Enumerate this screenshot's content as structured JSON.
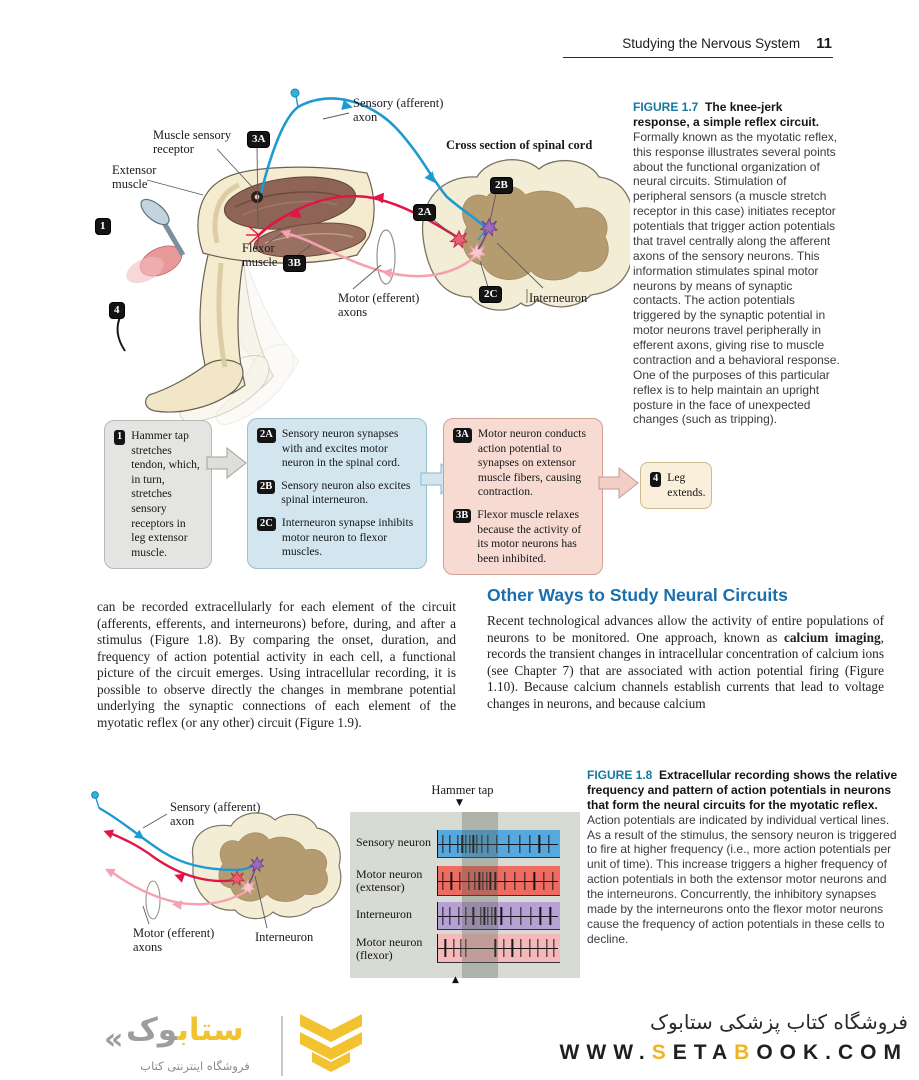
{
  "header": {
    "title": "Studying the Nervous System",
    "page_number": "11"
  },
  "figure_1_7": {
    "labels": {
      "sensory_axon": "Sensory (afferent)\naxon",
      "muscle_sensory_receptor": "Muscle sensory\nreceptor",
      "cross_section": "Cross section of spinal cord",
      "extensor_muscle": "Extensor\nmuscle",
      "flexor_muscle": "Flexor\nmuscle",
      "motor_axons": "Motor (efferent)\naxons",
      "interneuron": "Interneuron"
    },
    "badges": {
      "b1": "1",
      "b2a": "2A",
      "b2b": "2B",
      "b2c": "2C",
      "b3a": "3A",
      "b3b": "3B",
      "b4": "4"
    },
    "caption": {
      "label": "FIGURE 1.7",
      "title": "The knee-jerk response, a simple reflex circuit.",
      "body": "Formally known as the myotatic reflex, this response illustrates several points about the functional organization of neural circuits. Stimulation of peripheral sensors (a muscle stretch receptor in this case) initiates receptor potentials that trigger action potentials that travel centrally along the afferent axons of the sensory neurons. This information stimulates spinal motor neurons by means of synaptic contacts. The action potentials triggered by the synaptic potential in motor neurons travel peripherally in efferent axons, giving rise to muscle contraction and a behavioral response. One of the purposes of this particular reflex is to help maintain an upright posture in the face of unexpected changes (such as tripping)."
    },
    "flow": {
      "box1": {
        "badge": "1",
        "text": "Hammer tap stretches tendon, which, in turn, stretches sensory receptors in leg extensor muscle."
      },
      "box2": [
        {
          "badge": "2A",
          "text": "Sensory neuron synapses with and excites motor neuron in the spinal cord."
        },
        {
          "badge": "2B",
          "text": "Sensory neuron also excites spinal interneuron."
        },
        {
          "badge": "2C",
          "text": "Interneuron synapse inhibits motor neuron to flexor muscles."
        }
      ],
      "box3": [
        {
          "badge": "3A",
          "text": "Motor neuron conducts action potential to synapses on extensor muscle fibers, causing contraction."
        },
        {
          "badge": "3B",
          "text": "Flexor muscle relaxes because the activity of its motor neurons has been inhibited."
        }
      ],
      "box4": {
        "badge": "4",
        "text": "Leg extends."
      }
    }
  },
  "body_text": {
    "left_paragraph": "can be recorded extracellularly for each element of the circuit (afferents, efferents, and interneurons) before, during, and after a stimulus (Figure 1.8). By comparing the onset, duration, and frequency of action potential activity in each cell, a functional picture of the circuit emerges. Using intracellular recording, it is possible to observe directly the changes in membrane potential underlying the synaptic connections of each element of the myotatic reflex (or any other) circuit (Figure 1.9).",
    "section_heading": "Other Ways to Study Neural Circuits",
    "right_paragraph": {
      "pre": "Recent technological advances allow the activity of entire populations of neurons to be monitored. One approach, known as ",
      "bold": "calcium imaging",
      "post": ", records the transient changes in intracellular concentration of calcium ions (see Chapter 7) that are associated with action potential firing (Figure 1.10). Because calcium channels establish currents that lead to voltage changes in neurons, and because calcium"
    }
  },
  "figure_1_8": {
    "hammer_tap": "Hammer tap",
    "labels": {
      "sensory_axon": "Sensory (afferent)\naxon",
      "motor_axons": "Motor (efferent)\naxons",
      "interneuron": "Interneuron"
    },
    "rows": [
      {
        "label": "Sensory neuron",
        "color": "#57a8de",
        "ticks": [
          4,
          10,
          16,
          20,
          23,
          26,
          29,
          32,
          36,
          41,
          48,
          58,
          67,
          75,
          83,
          91
        ]
      },
      {
        "label": "Motor neuron\n(extensor)",
        "color": "#ee6b61",
        "ticks": [
          4,
          11,
          18,
          25,
          30,
          34,
          37,
          40,
          43,
          47,
          55,
          63,
          71,
          79,
          87,
          94
        ]
      },
      {
        "label": "Interneuron",
        "color": "#b7a0d3",
        "ticks": [
          4,
          10,
          17,
          23,
          29,
          35,
          38,
          41,
          44,
          47,
          52,
          60,
          68,
          76,
          84,
          92
        ]
      },
      {
        "label": "Motor neuron\n(flexor)",
        "color": "#f6b9b9",
        "ticks": [
          6,
          13,
          19,
          23,
          47,
          54,
          61,
          68,
          75,
          82,
          89,
          95
        ]
      }
    ],
    "caption": {
      "label": "FIGURE 1.8",
      "title": "Extracellular recording shows the relative frequency and pattern of action potentials in neurons that form the neural circuits for the myotatic reflex.",
      "body": "Action potentials are indicated by individual vertical lines. As a result of the stimulus, the sensory neuron is triggered to fire at higher frequency (i.e., more action potentials per unit of time). This increase triggers a higher frequency of action potentials in both the extensor motor neurons and the interneurons. Concurrently, the inhibitory synapses made by the interneurons onto the flexor motor neurons cause the frequency of action potentials in these cells to decline."
    }
  },
  "footer": {
    "brand_mark": "«",
    "brand_name_yellow": "ستاب",
    "brand_name_gray": "وک",
    "tagline": "فروشگاه اینترنتی کتاب",
    "store_title": "فروشگاه کتاب پزشکی ستابوک",
    "url": {
      "p1": "WWW.",
      "s": "S",
      "p2": "ETA",
      "b": "B",
      "p3": "OOK.COM"
    },
    "colors": {
      "logo_yellow": "#f2c230",
      "logo_gray": "#9d9da0",
      "accent_gold": "#f0b422"
    }
  }
}
